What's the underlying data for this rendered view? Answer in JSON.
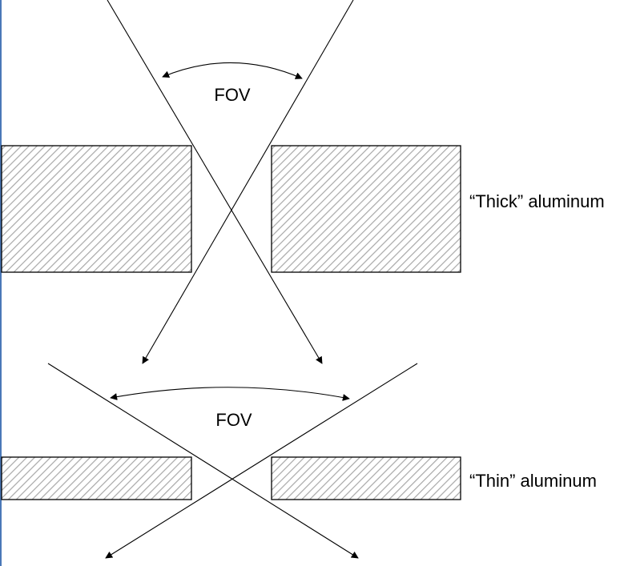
{
  "thick_section": {
    "fov_label": "FOV",
    "material_label": "“Thick” aluminum"
  },
  "thin_section": {
    "fov_label": "FOV",
    "material_label": "“Thin” aluminum"
  },
  "colors": {
    "hatch": "#aaaaaa",
    "outline": "#000000",
    "left_edge_accent": "#4a78b8"
  }
}
